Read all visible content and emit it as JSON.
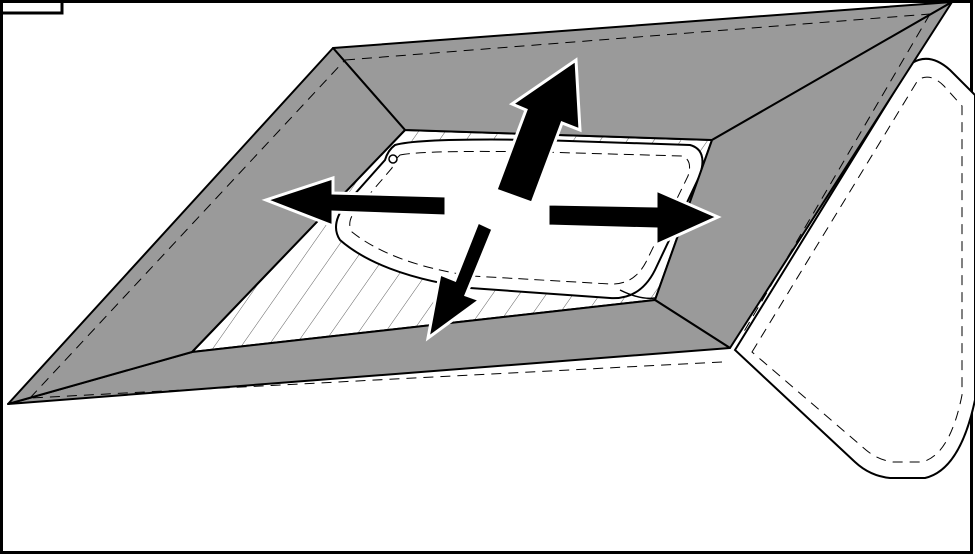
{
  "figure": {
    "type": "instruction-illustration",
    "frame_color": "#000000",
    "background_color": "#ffffff",
    "flap_color": "#9a9a9a",
    "outline_color": "#000000",
    "arrow_color": "#000000",
    "arrow_outline_color": "#ffffff",
    "icon_names": [
      "open-box",
      "arrow-up-right-icon",
      "arrow-left-icon",
      "arrow-right-icon",
      "arrow-down-left-icon",
      "cushion"
    ]
  }
}
